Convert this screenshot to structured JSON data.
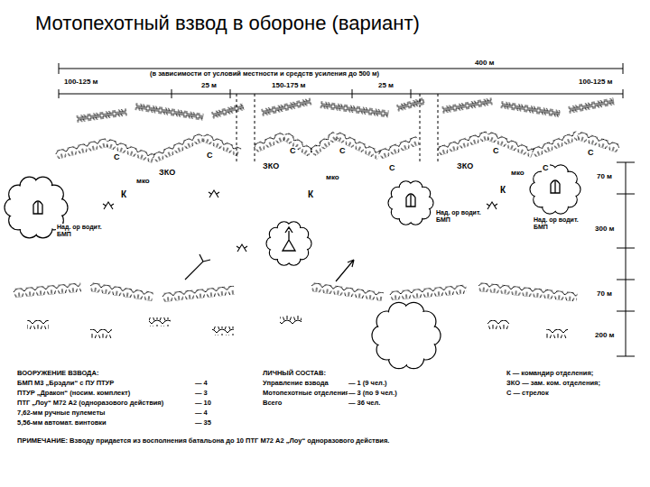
{
  "diagram": {
    "title": "Мотопехотный взвод в обороне (вариант)",
    "labels": [
      "400 м",
      "100-125 м",
      "(в зависимости от условий местности и средств усиления до 500 м)",
      "25 м",
      "150-175 м",
      "25 м",
      "100-125 м",
      "70 м",
      "300 м",
      "70 м",
      "200 м",
      "ЗКО",
      "ЗКО",
      "ЗКО",
      "С",
      "С",
      "С",
      "С",
      "С",
      "С",
      "С",
      "С",
      "К",
      "К",
      "К",
      "мко",
      "мко",
      "мко",
      "Над. ор водит. БМП",
      "Над. ор водит. БМП",
      "Над. ор водит. БМП",
      "ВООРУЖЕНИЕ ВЗВОДА:",
      "БМП М3 „Брэдли“ с ПУ ПТУР",
      "— 4",
      "ПТУР „Дракон“ (носим. комплект)",
      "— 3",
      "ПТГ „Лоу“ М72 А2 (одноразового действия)",
      "— 10",
      "7,62-мм ручные пулеметы",
      "— 4",
      "5,56-мм автомат. винтовки",
      "— 35",
      "ЛИЧНЫЙ СОСТАВ:",
      "Управление взвода",
      "— 1 (9 чел.)",
      "Мотопехотные отделения",
      "— 3 (по 9 чел.)",
      "Всего",
      "— 36 чел.",
      "К — командир отделения;",
      "ЗКО — зам. ком. отделения;",
      "С — стрелок",
      "ПРИМЕЧАНИЕ: Взводу придается из восполнения батальона до 10 ПТГ М72 А2 „Лоу“ одноразового действия."
    ]
  }
}
